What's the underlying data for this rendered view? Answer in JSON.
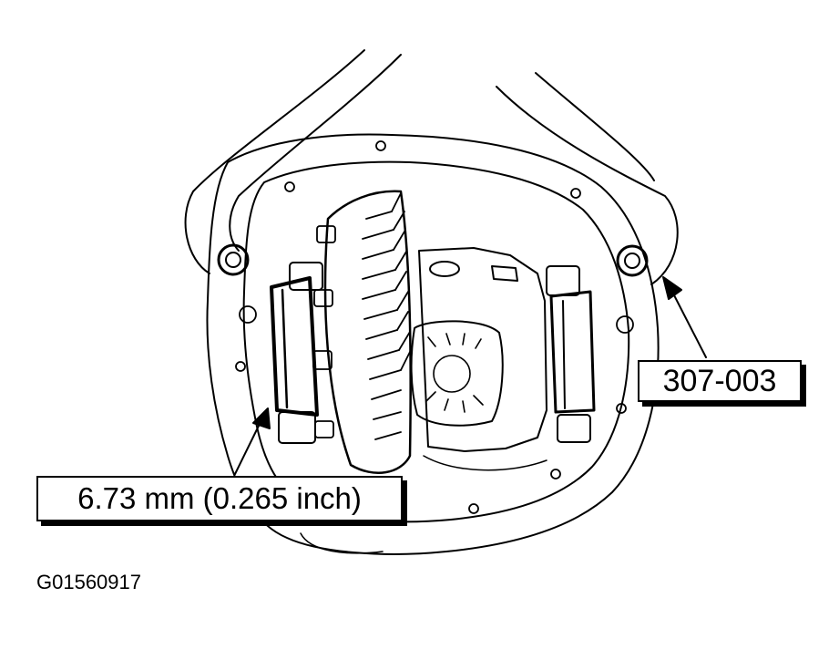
{
  "callouts": {
    "tool_number": "307-003",
    "measurement": "6.73 mm (0.265 inch)"
  },
  "figure_id": "G01560917",
  "colors": {
    "ink": "#000000",
    "paper": "#ffffff"
  }
}
